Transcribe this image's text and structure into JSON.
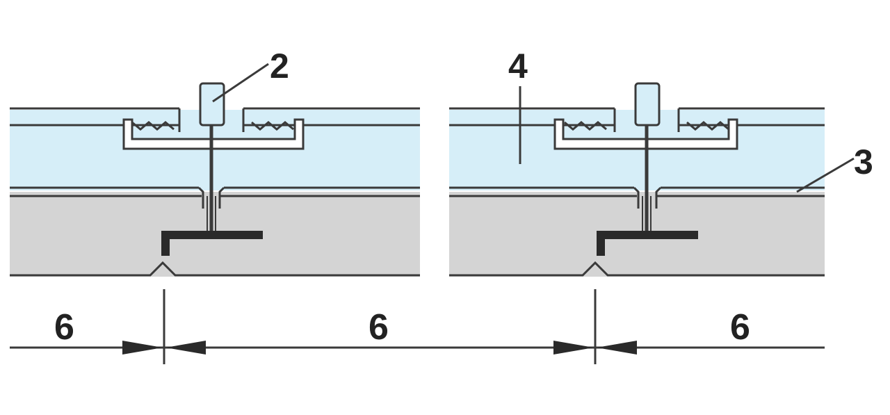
{
  "colors": {
    "insulation": "#d6eef8",
    "board": "#d4d4d4",
    "line": "#3a3a3a",
    "text": "#222222",
    "background": "#ffffff"
  },
  "callouts": {
    "hanger": "2",
    "insulation": "4",
    "board_layer": "3"
  },
  "dimensions": {
    "left": "6",
    "middle": "6",
    "right": "6"
  }
}
